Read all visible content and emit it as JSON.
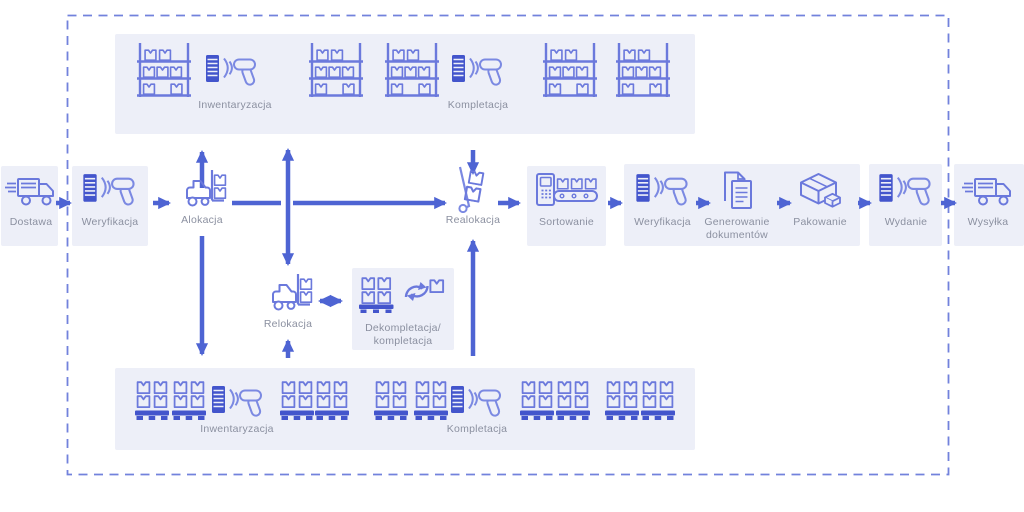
{
  "diagram_name": "warehouse-process-flow",
  "colors": {
    "arrow": "#4e64d3",
    "icon_stroke": "#6b79dc",
    "icon_solid": "#4355cc",
    "panel_background": "#edeff8",
    "label_text": "#8b90a0",
    "boundary_dashed": "#7282dc"
  },
  "main_flow": {
    "dostawa": {
      "label": "Dostawa",
      "icon": "truck-icon"
    },
    "weryfikacja1": {
      "label": "Weryfikacja",
      "icon": "barcode-scanner-icon"
    },
    "alokacja": {
      "label": "Alokacja",
      "icon": "forklift-icon"
    },
    "realokacja": {
      "label": "Realokacja",
      "icon": "handtruck-icon"
    },
    "sortowanie": {
      "label": "Sortowanie",
      "icon": "conveyor-icon"
    },
    "weryfikacja2": {
      "label": "Weryfikacja",
      "icon": "barcode-scanner-icon"
    },
    "generowanie": {
      "label": "Generowanie dokumentów",
      "icon": "documents-icon"
    },
    "pakowanie": {
      "label": "Pakowanie",
      "icon": "package-icon"
    },
    "wydanie": {
      "label": "Wydanie",
      "icon": "barcode-scanner-icon"
    },
    "wysylka": {
      "label": "Wysyłka",
      "icon": "truck-icon"
    }
  },
  "zones": {
    "top": {
      "inwentaryzacja": "Inwentaryzacja",
      "kompletacja": "Kompletacja"
    },
    "bottom": {
      "inwentaryzacja": "Inwentaryzacja",
      "kompletacja": "Kompletacja"
    }
  },
  "relocation": {
    "relokacja": {
      "label": "Relokacja",
      "icon": "forklift-icon"
    },
    "dekompletacja": {
      "line1": "Dekompletacja/",
      "line2": "kompletacja",
      "icon": "pallet-recycle-icon"
    }
  }
}
